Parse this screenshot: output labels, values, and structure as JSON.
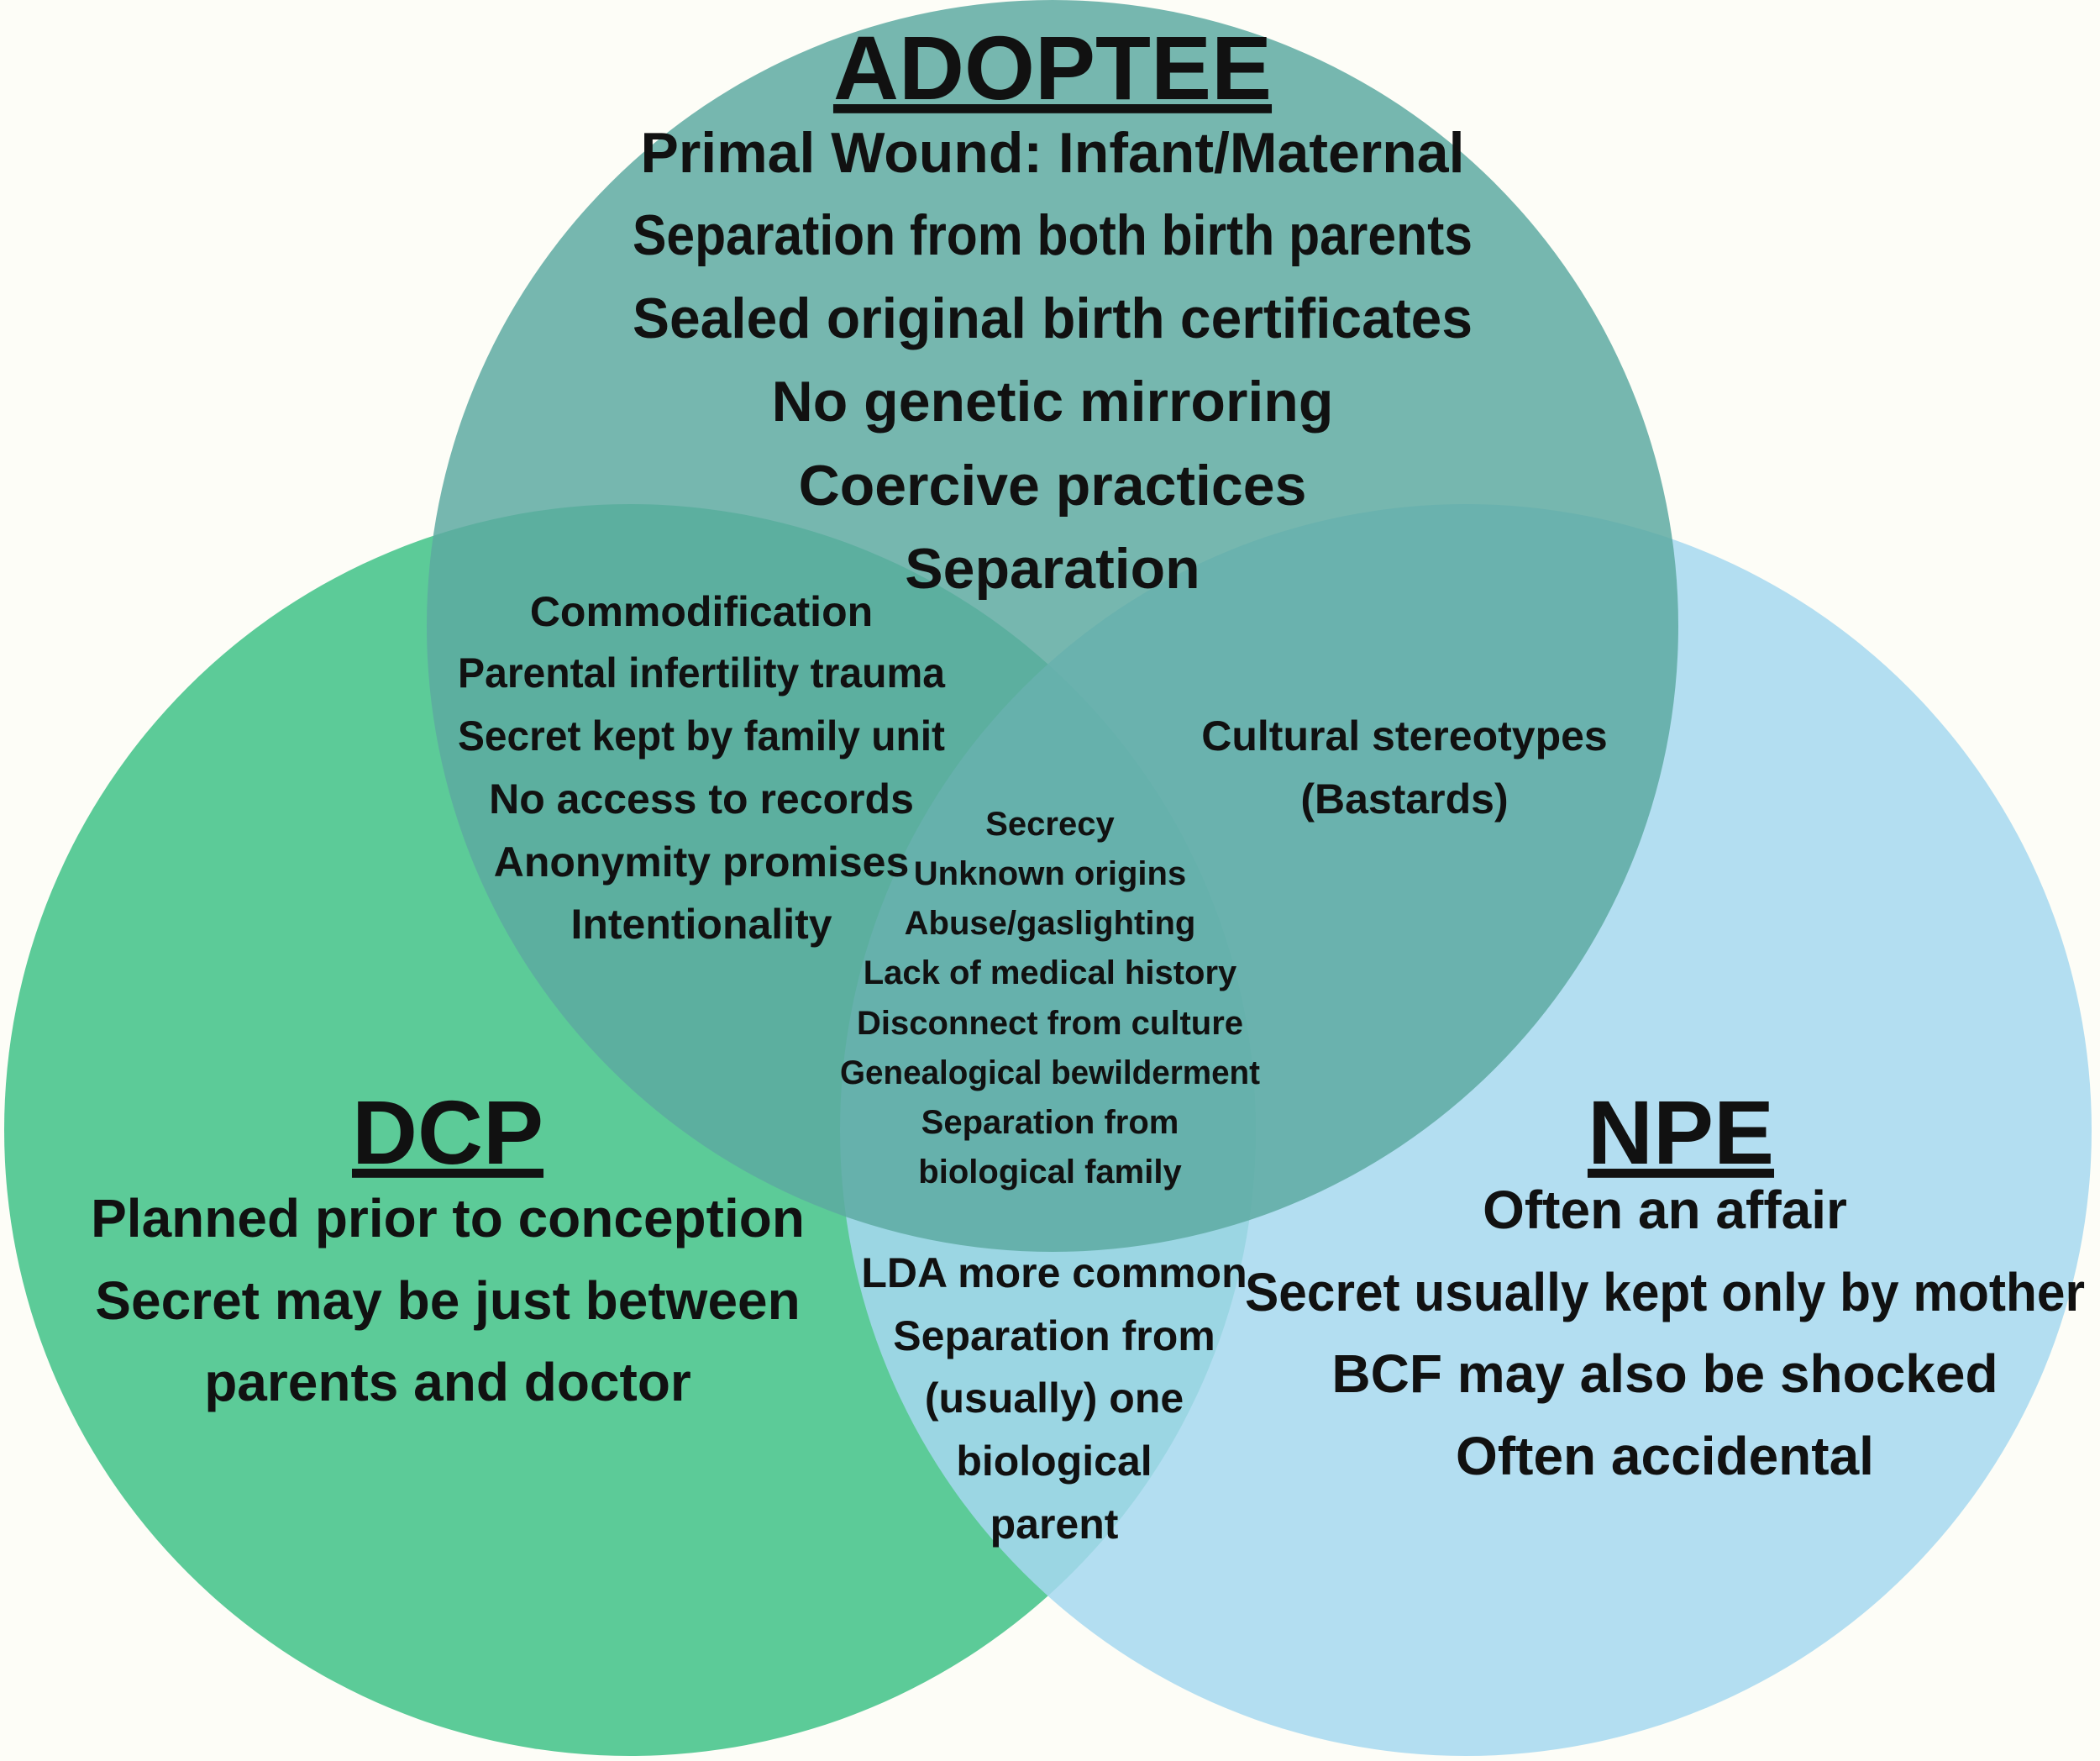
{
  "colors": {
    "background": "#fdfdf7",
    "adoptee_circle": "#5ca9a1",
    "dcp_circle": "#55c994",
    "npe_circle": "#a6d8f0",
    "text": "#111111"
  },
  "adoptee": {
    "title": "ADOPTEE",
    "items": [
      "Primal Wound: Infant/Maternal",
      "Separation from both birth parents",
      "Sealed original birth certificates",
      "No genetic mirroring",
      "Coercive practices",
      "Separation"
    ]
  },
  "dcp": {
    "title": "DCP",
    "items": [
      "Planned prior to conception",
      "Secret may be just between",
      "parents and doctor"
    ]
  },
  "npe": {
    "title": "NPE",
    "items": [
      "Often an affair",
      "Secret usually kept only by mother",
      "BCF may also be shocked",
      "Often accidental"
    ]
  },
  "adoptee_dcp": {
    "items": [
      "Commodification",
      "Parental infertility trauma",
      "Secret kept by family unit",
      "No access to records",
      "Anonymity promises",
      "Intentionality"
    ]
  },
  "adoptee_npe": {
    "items": [
      "Cultural stereotypes",
      "(Bastards)"
    ]
  },
  "all_three": {
    "items": [
      "Secrecy",
      "Unknown origins",
      "Abuse/gaslighting",
      "Lack of medical history",
      "Disconnect from culture",
      "Genealogical bewilderment",
      "Separation from",
      "biological family"
    ]
  },
  "dcp_npe": {
    "items": [
      "LDA more common",
      "Separation from",
      "(usually) one",
      "biological",
      "parent"
    ]
  }
}
